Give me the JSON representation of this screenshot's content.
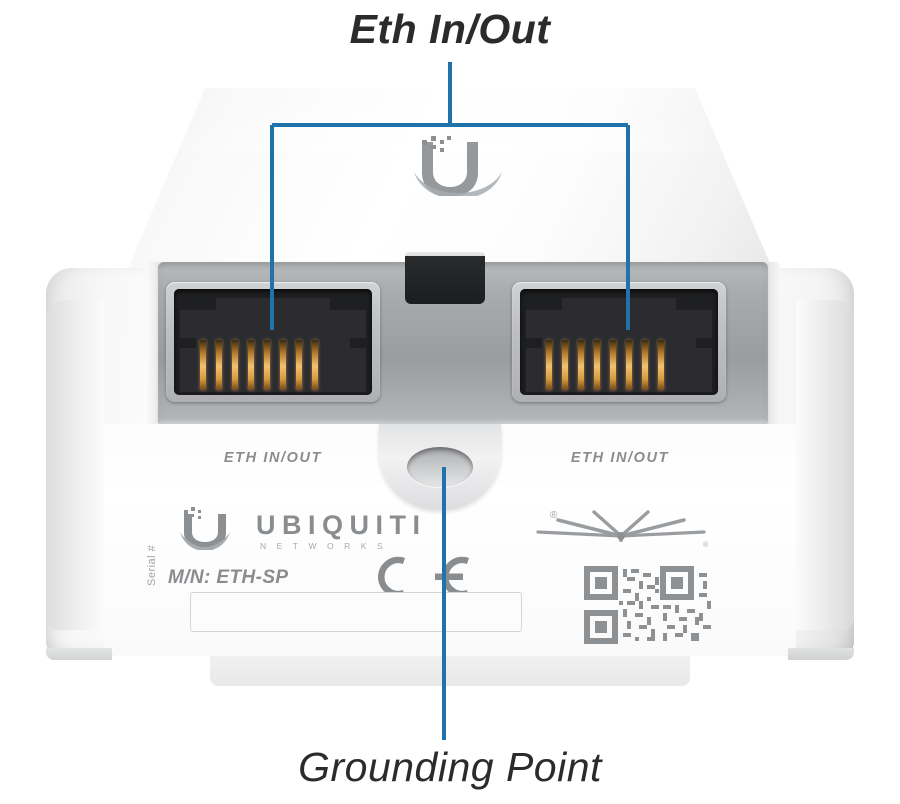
{
  "diagram": {
    "subject": "Ubiquiti ETH-SP Ethernet Surge Protector - front view",
    "callouts": {
      "top": "Eth In/Out",
      "bottom": "Grounding Point"
    },
    "leader_color": "#1f73a8"
  },
  "device": {
    "body_color": "#ffffff",
    "panel_color": "#a9abad",
    "silk_color": "#8a8d90",
    "pin_color": "#f3c170",
    "ports": [
      {
        "label": "ETH IN/OUT",
        "position": "left",
        "pin_count": 8
      },
      {
        "label": "ETH IN/OUT",
        "position": "right",
        "pin_count": 8
      }
    ],
    "branding": {
      "wordmark": "UBIQUITI",
      "trademark": "®",
      "tagline": "NETWORKS",
      "u_logo_name": "ubiquiti-u-logo",
      "airmax_logo_name": "airmax-starburst-logo"
    },
    "label": {
      "model": "M/N: ETH-SP",
      "serial_caption": "Serial #",
      "serial_value": "",
      "ce_mark": "CE",
      "qr_alt": "qr-code"
    },
    "grounding_point": {
      "name": "grounding-screw-hole"
    },
    "top_logo_name": "ubiquiti-u-logo"
  }
}
